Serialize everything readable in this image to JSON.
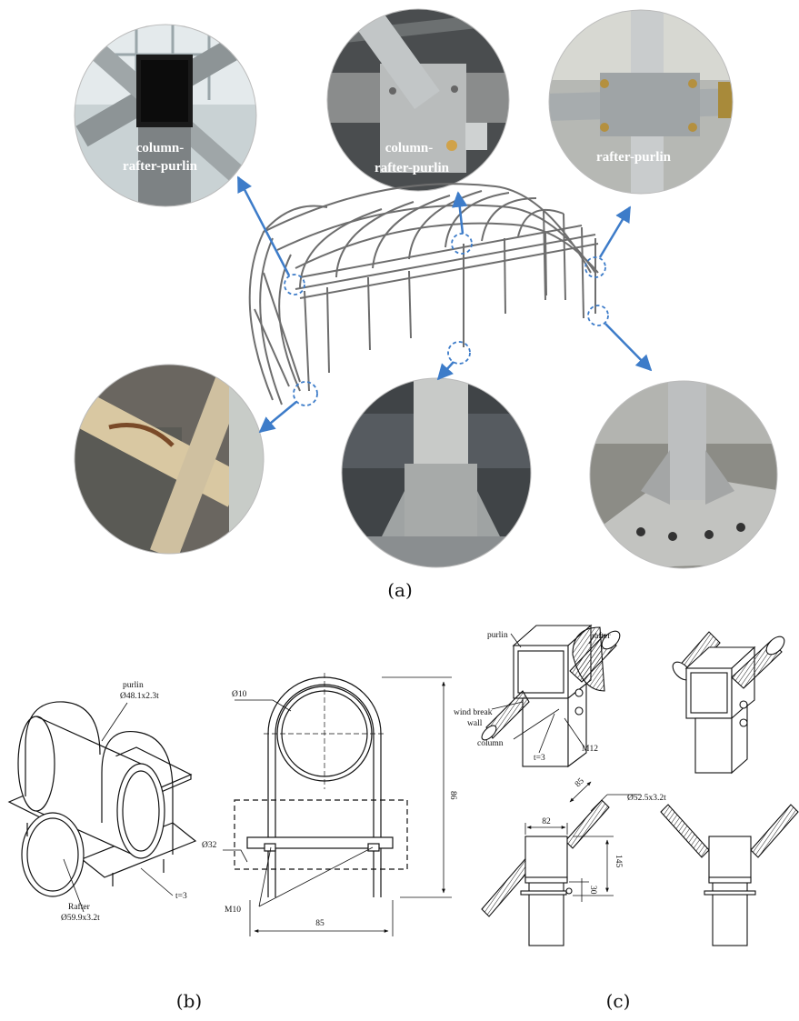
{
  "panel_labels": {
    "a": "(a)",
    "b": "(b)",
    "c": "(c)"
  },
  "photos": {
    "top_left": "column-\nrafter-purlin",
    "top_center": "column-\nrafter-purlin",
    "top_right": "rafter-purlin"
  },
  "drawing_b": {
    "purlin_label": "purlin",
    "purlin_spec": "Ø48.1x2.3t",
    "rafter_label": "Rafter",
    "rafter_spec": "Ø59.9x3.2t",
    "thickness": "t=3",
    "bolt_dia": "Ø10",
    "pipe_dia": "Ø32",
    "bolt": "M10",
    "height": "86",
    "width": "85"
  },
  "drawing_c": {
    "purlin": "purlin",
    "rafter": "rafter",
    "wind_break_wall_1": "wind break",
    "wind_break_wall_2": "wall",
    "column": "column",
    "bolt": "M12",
    "thickness": "t=3",
    "pipe_spec": "Ø52.5x3.2t",
    "dim_82": "82",
    "dim_85": "85",
    "dim_145": "145",
    "dim_30": "30"
  },
  "colors": {
    "arrow": "#3d7cc9",
    "frame": "#6e6e6e"
  }
}
